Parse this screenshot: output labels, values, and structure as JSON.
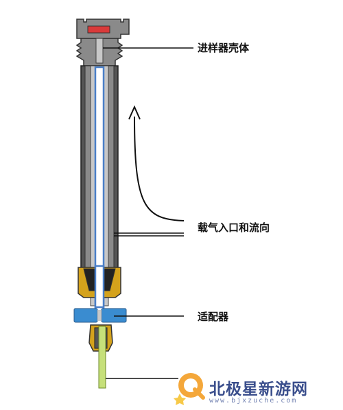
{
  "labels": {
    "housing": "进样器壳体",
    "carrier_gas": "载气入口和流向",
    "adapter": "适配器"
  },
  "watermark": {
    "text": "北极星新游网",
    "url": "www.bjxzuche.com"
  },
  "colors": {
    "housing_body": "#555555",
    "housing_wall": "#8a8a8a",
    "housing_inner": "#c8c8c8",
    "liner": "#4a7fc8",
    "septum": "#d93a3a",
    "adapter": "#3a8cd0",
    "ferrule_gold": "#d4a21c",
    "column": "#c6e07a",
    "leader_line": "#111111"
  },
  "icons": {
    "flow_arrow": "up-arrow-curve",
    "watermark_logo": "q-logo-icon"
  }
}
